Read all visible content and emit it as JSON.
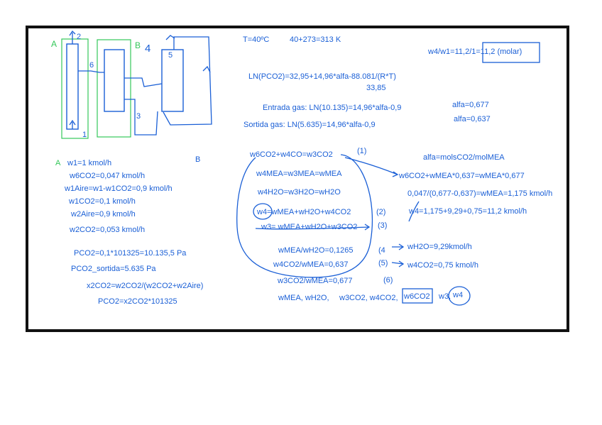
{
  "colors": {
    "ink": "#1a5fd6",
    "green": "#34c759",
    "frame": "#111111",
    "paper": "#ffffff"
  },
  "process": {
    "label_a": "A",
    "label_b": "B",
    "label_4": "4",
    "stream_1": "1",
    "stream_2": "2",
    "stream_3": "3",
    "stream_5": "5",
    "stream_6": "6"
  },
  "header": {
    "temperature": "T=40ºC",
    "kelvin": "40+273=313 K",
    "ratio": "w4/w1=11,2/1=11,2 (molar)"
  },
  "equilibrium": {
    "ln_formula": "LN(PCO2)=32,95+14,96*alfa-88.081/(R*T)",
    "ln_value": "33,85",
    "entrada": "Entrada gas: LN(10.135)=14,96*alfa-0,9",
    "sortida": "Sortida gas: LN(5.635)=14,96*alfa-0,9",
    "alfa_in": "alfa=0,677",
    "alfa_out": "alfa=0,637"
  },
  "left_column": {
    "section_a": "A",
    "section_b": "B",
    "lines": [
      "w1=1 kmol/h",
      "w6CO2=0,047 kmol/h",
      "w1Aire=w1-w1CO2=0,9 kmol/h",
      "w1CO2=0,1 kmol/h",
      "w2Aire=0,9 kmol/h",
      "w2CO2=0,053 kmol/h",
      "PCO2=0,1*101325=10.135,5 Pa",
      "PCO2_sortida=5.635 Pa",
      "x2CO2=w2CO2/(w2CO2+w2Aire)",
      "PCO2=x2CO2*101325"
    ]
  },
  "balances": {
    "eq1": "w6CO2+w4CO=w3CO2",
    "eq2": "w4MEA=w3MEA=wMEA",
    "eq3": "w4H2O=w3H2O=wH2O",
    "eq4": "w4=wMEA+wH2O+w4CO2",
    "eq5": "w3= wMEA+wH2O+w3CO2",
    "eq6": "wMEA/wH2O=0,1265",
    "eq7": "w4CO2/wMEA=0,637",
    "eq8": "w3CO2/wMEA=0,677",
    "unknowns_a": "wMEA, wH2O,",
    "unknowns_b": "w3CO2, w4CO2,",
    "unknowns_box": "w6CO2",
    "unknowns_c": "w3,",
    "unknowns_circle": "w4",
    "n1": "(1)",
    "n2": "(2)",
    "n3": "(3)",
    "n4": "(4",
    "n5": "(5)",
    "n6": "(6)"
  },
  "results": {
    "alfa_def": "alfa=molsCO2/molMEA",
    "r1": "w6CO2+wMEA*0,637=wMEA*0,677",
    "r2": "0,047/(0,677-0,637)=wMEA=1,175 kmol/h",
    "r3": "w4=1,175+9,29+0,75=11,2 kmol/h",
    "r4": "wH2O=9,29kmol/h",
    "r5": "w4CO2=0,75 kmol/h"
  }
}
